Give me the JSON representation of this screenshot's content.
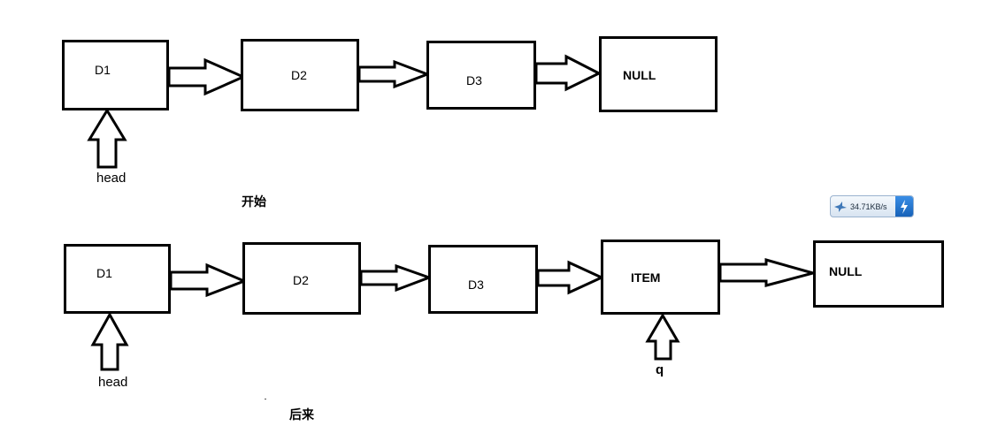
{
  "top": {
    "nodes": [
      "D1",
      "D2",
      "D3",
      "NULL"
    ],
    "pointer": "head",
    "caption": "开始"
  },
  "bottom": {
    "nodes": [
      "D1",
      "D2",
      "D3",
      "ITEM",
      "NULL"
    ],
    "pointer_head": "head",
    "pointer_q": "q",
    "caption": "后来"
  },
  "speed_widget": {
    "text": "34.71KB/s",
    "icon": "bird-icon",
    "action_icon": "lightning-icon"
  }
}
